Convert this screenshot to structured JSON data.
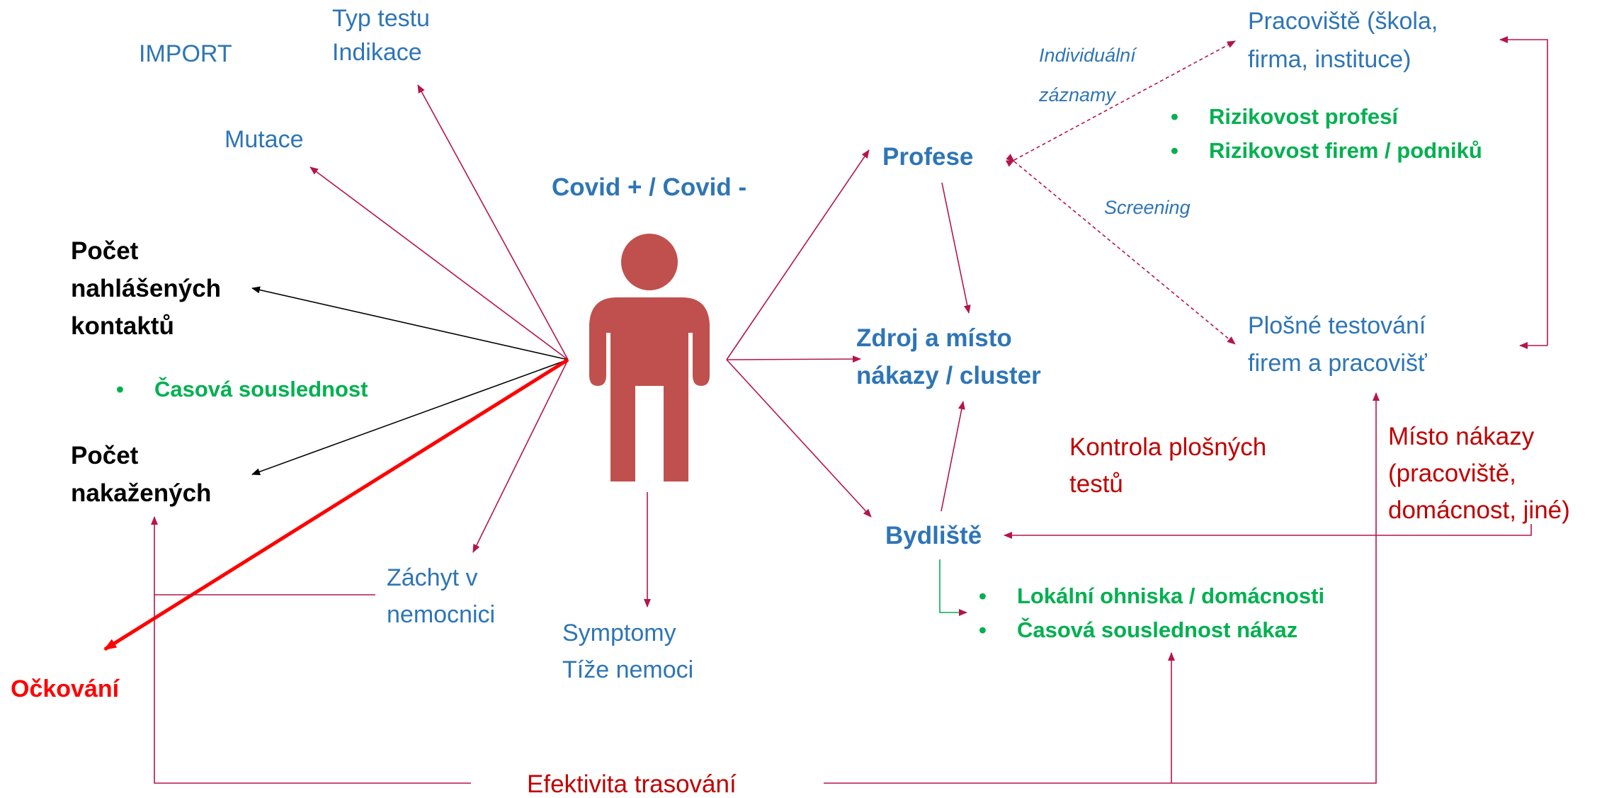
{
  "center": {
    "status": "Covid + / Covid -",
    "icon": "person-icon",
    "colors": {
      "figure": "#C0504D"
    }
  },
  "left": {
    "import": "IMPORT",
    "test_type": [
      "Typ testu",
      "Indikace"
    ],
    "mutations": "Mutace",
    "reported_contacts": [
      "Počet",
      "nahlášených",
      "kontaktů"
    ],
    "time_sequence": "Časová souslednost",
    "infected_count": [
      "Počet",
      "nakažených"
    ],
    "hospital": [
      "Záchyt v",
      "nemocnici"
    ],
    "vaccination": "Očkování",
    "symptoms": [
      "Symptomy",
      "Tíže nemoci"
    ]
  },
  "right": {
    "profession": "Profese",
    "source": [
      "Zdroj a místo",
      "nákazy / cluster"
    ],
    "residence": "Bydliště",
    "individual_records": [
      "Individuální",
      "záznamy"
    ],
    "screening": "Screening",
    "workplace": [
      "Pracoviště (škola,",
      "firma, instituce)"
    ],
    "risk_items": [
      "Rizikovost profesí",
      "Rizikovost firem / podniků"
    ],
    "mass_testing": [
      "Plošné testování",
      "firem a pracovišť"
    ],
    "control": [
      "Kontrola plošných",
      "testů"
    ],
    "infection_place": [
      "Místo nákazy",
      "(pracoviště,",
      "domácnost, jiné)"
    ],
    "residence_items": [
      "Lokální ohniska / domácnosti",
      "Časová souslednost nákaz"
    ]
  },
  "bottom": {
    "tracing": "Efektivita trasování"
  },
  "colors": {
    "blue": "#2E75B6",
    "arrow": "#B5154A",
    "darkred": "#C00000",
    "green": "#00B050",
    "vaccination": "#FF0000",
    "black": "#000000"
  }
}
